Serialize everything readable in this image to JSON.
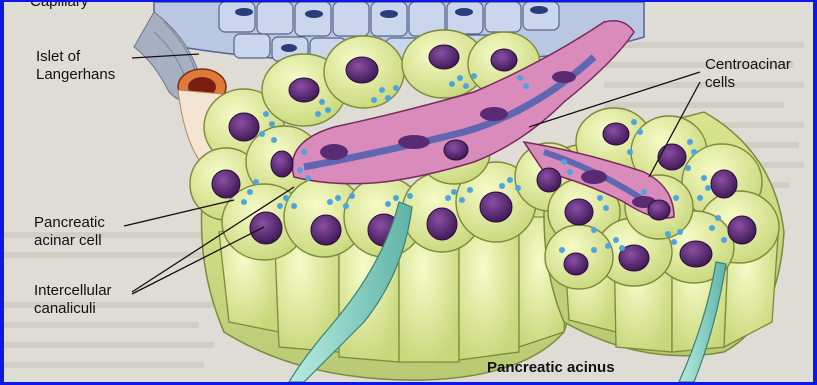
{
  "labels": {
    "capillary": "Capillary",
    "islet": "Islet of\nLangerhans",
    "centroacinar": "Centroacinar\ncells",
    "acinar_cell": "Pancreatic\nacinar cell",
    "canaliculi": "Intercellular\ncanaliculi",
    "acinus": "Pancreatic acinus"
  },
  "colors": {
    "frame": "#0b18e8",
    "acinar_cell": "#e8f0a0",
    "nucleus": "#5a2a72",
    "zymogen_granule": "#4fa4e0",
    "centroacinar_cell": "#d88ab8",
    "duct": "#8fd3c8"
  }
}
